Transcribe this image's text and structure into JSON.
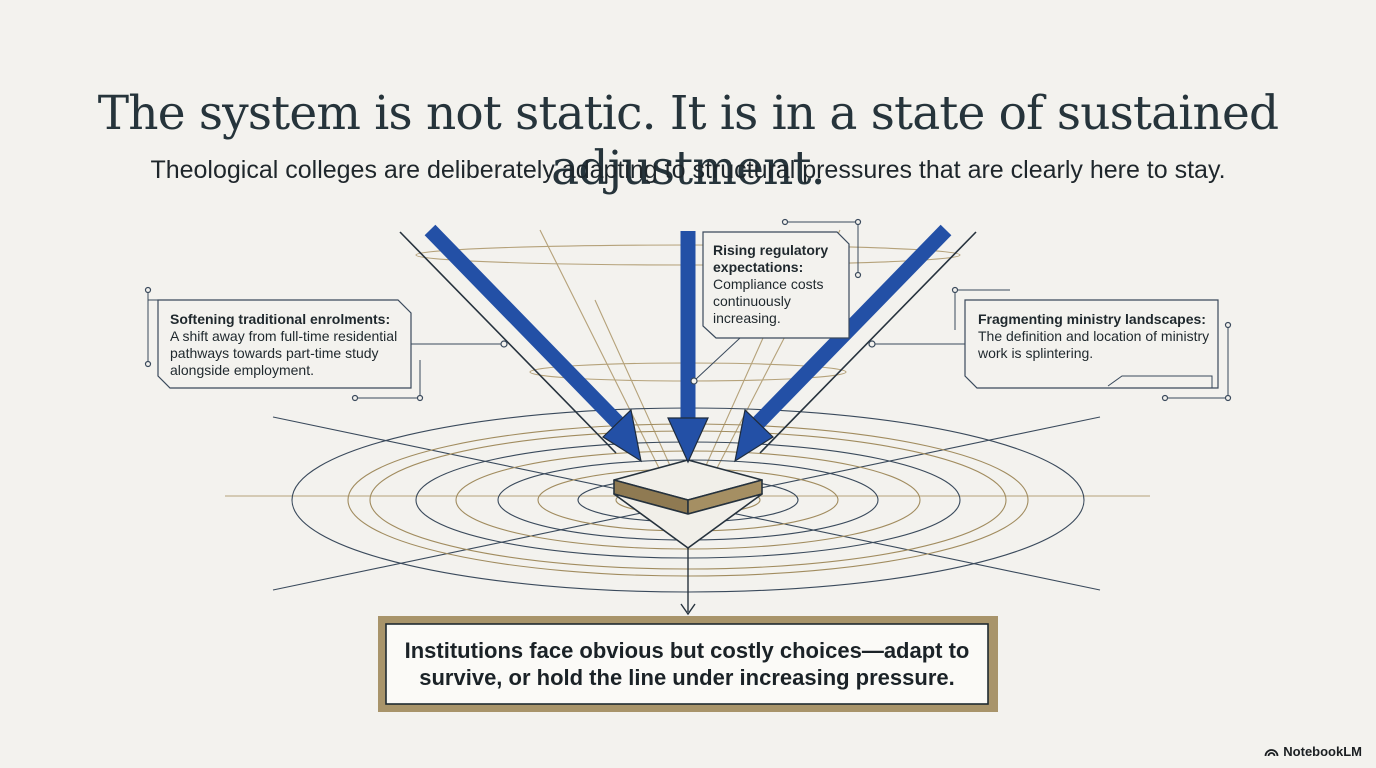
{
  "header": {
    "title": "The system is not static. It is in a state of sustained adjustment.",
    "subtitle": "Theological colleges are deliberately adapting to structural pressures that are clearly here to stay."
  },
  "pressures": [
    {
      "heading": "Softening traditional enrolments:",
      "text": "A shift away from full-time residential pathways towards part-time study alongside employment."
    },
    {
      "heading": "Rising regulatory expectations:",
      "text": "Compliance costs continuously increasing."
    },
    {
      "heading": "Fragmenting ministry landscapes:",
      "text": "The definition and location of ministry work is splintering."
    }
  ],
  "conclusion": "Institutions face obvious but costly choices—adapt to survive, or hold the line under increasing pressure.",
  "brand": {
    "name": "NotebookLM"
  },
  "colors": {
    "background": "#f3f2ee",
    "arrow_blue": "#2350a6",
    "gold": "#a18c5f",
    "navy": "#2c3c4f"
  }
}
